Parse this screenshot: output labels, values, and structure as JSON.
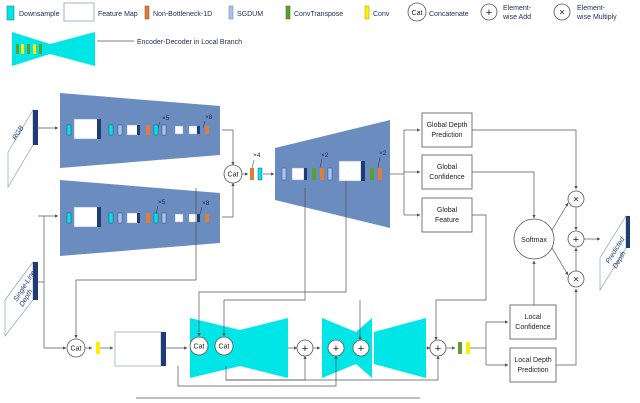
{
  "legend": {
    "downsample": "Downsample",
    "feature_map": "Feature Map",
    "non_bottleneck": "Non-Bottleneck-1D",
    "sgdum": "SGDUM",
    "conv_transpose": "ConvTranspose",
    "conv": "Conv",
    "cat_symbol": "Cat",
    "concatenate": "Concatenate",
    "add_line1": "Element-",
    "add_line2": "wise Add",
    "mul_line1": "Element-",
    "mul_line2": "wise Multiply",
    "encoder_decoder": "Encoder-Decoder in Local Branch"
  },
  "inputs": {
    "rgb": "RGB",
    "single_line_1": "Single-Line",
    "single_line_2": "Depth"
  },
  "multipliers": {
    "enc1_a": "×5",
    "enc1_b": "×8",
    "enc2_a": "×5",
    "enc2_b": "×8",
    "mid": "×4",
    "dec_a": "×2",
    "dec_b": "×2"
  },
  "boxes": {
    "global_depth_1": "Global Depth",
    "global_depth_2": "Prediction",
    "global_conf_1": "Global",
    "global_conf_2": "Confidence",
    "global_feat_1": "Global",
    "global_feat_2": "Feature",
    "local_conf_1": "Local",
    "local_conf_2": "Confidence",
    "local_depth_1": "Local Depth",
    "local_depth_2": "Prediction"
  },
  "ops": {
    "cat": "Cat",
    "plus": "+",
    "times": "×",
    "softmax": "Softmax"
  },
  "output": {
    "predicted_1": "Predicted",
    "predicted_2": "Depth"
  },
  "colors": {
    "encoder_fill": "#6b8cbe",
    "cyan": "#00e5e5",
    "dark_navy": "#1f3b73",
    "orange": "#e07b39",
    "light_blue": "#a9c4e8",
    "green": "#5aa02c",
    "yellow": "#ffee00",
    "line": "#555555"
  }
}
